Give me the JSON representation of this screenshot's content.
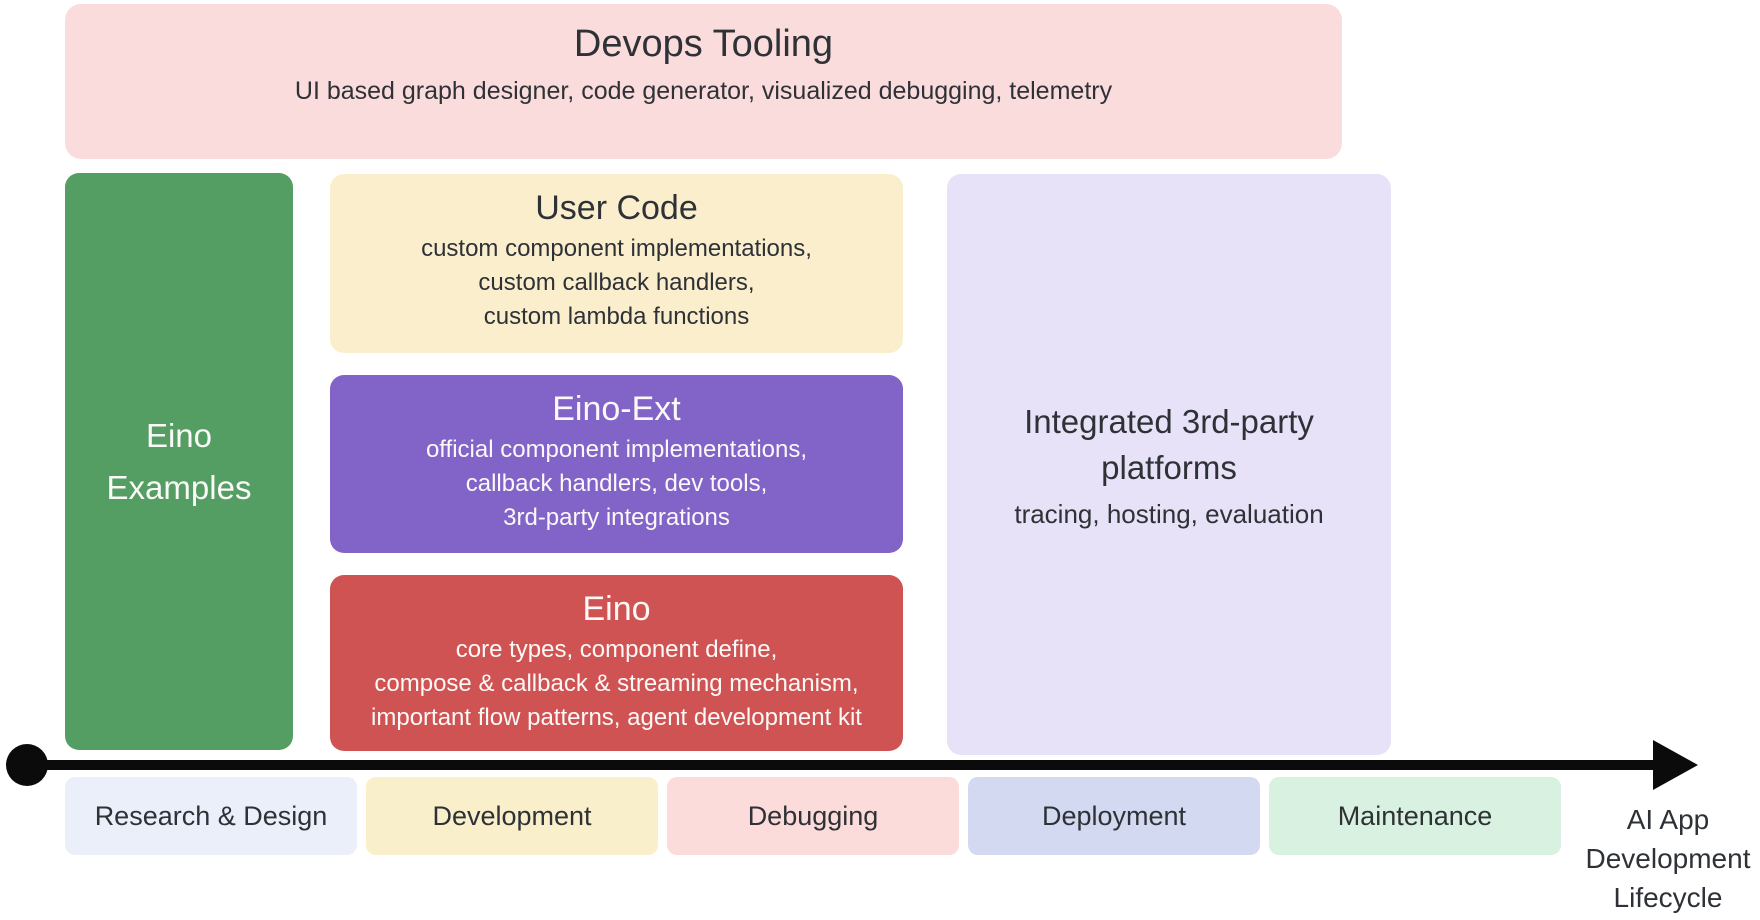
{
  "diagram": {
    "devops": {
      "title": "Devops Tooling",
      "subtitle": "UI based graph designer, code generator, visualized debugging, telemetry",
      "color": "#fbdcdc"
    },
    "eino_examples": {
      "title_lines": [
        "Eino",
        "Examples"
      ],
      "color": "#549e64"
    },
    "user_code": {
      "title": "User Code",
      "lines": [
        "custom component implementations,",
        "custom callback handlers,",
        "custom lambda functions"
      ],
      "color": "#faeecd"
    },
    "eino_ext": {
      "title": "Eino-Ext",
      "lines": [
        "official component implementations,",
        "callback handlers, dev tools,",
        "3rd-party integrations"
      ],
      "color": "#8263c7"
    },
    "eino": {
      "title": "Eino",
      "lines": [
        "core types, component define,",
        "compose & callback & streaming mechanism,",
        "important flow patterns, agent development kit"
      ],
      "color": "#d05353"
    },
    "platforms": {
      "title_lines": [
        "Integrated 3rd-party",
        "platforms"
      ],
      "subtitle": "tracing, hosting, evaluation",
      "color": "#e7e2f8"
    },
    "timeline": {
      "arrow_color": "#0b0b0b",
      "stages": [
        {
          "label": "Research & Design",
          "color": "#eaeffa"
        },
        {
          "label": "Development",
          "color": "#faefcb"
        },
        {
          "label": "Debugging",
          "color": "#fbdcda"
        },
        {
          "label": "Deployment",
          "color": "#d3d9f0"
        },
        {
          "label": "Maintenance",
          "color": "#d9f1e1"
        }
      ],
      "axis_label_lines": [
        "AI App",
        "Development",
        "Lifecycle"
      ]
    }
  }
}
